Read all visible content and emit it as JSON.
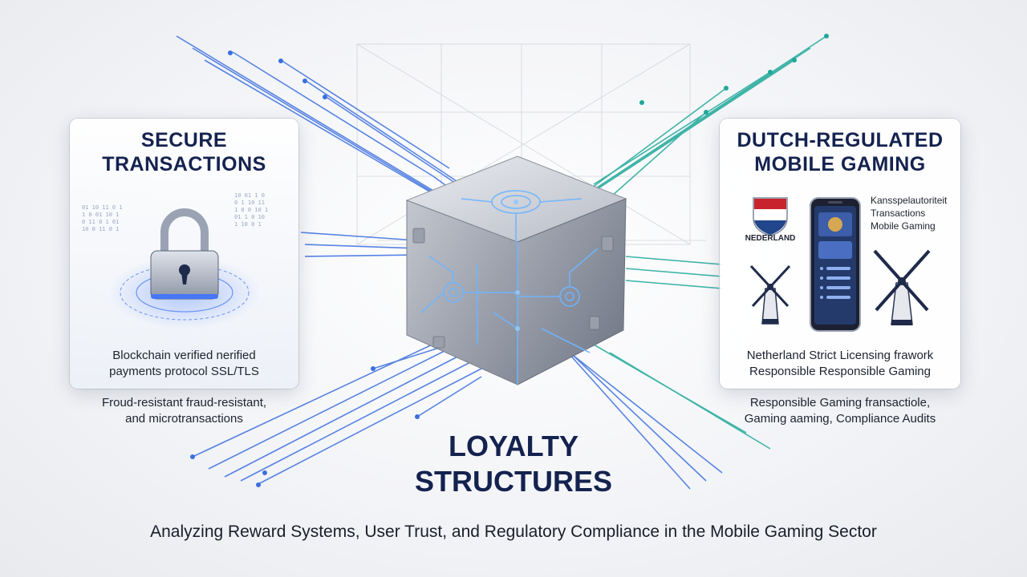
{
  "left_panel": {
    "title_lines": [
      "SECURE",
      "TRANSACTIONS"
    ],
    "caption_lines": [
      "Blockchain verified nerified",
      "payments protocol SSL/TLS"
    ],
    "under_lines": [
      "Froud-resistant fraud-resistant,",
      "and microtransactions"
    ],
    "icon": "padlock-icon"
  },
  "right_panel": {
    "title_lines": [
      "DUTCH-REGULATED",
      "MOBILE GAMING"
    ],
    "flag_label": "NEDERLAND",
    "notes": [
      "Kansspelautoriteit",
      "Transactions",
      "Mobile Gaming"
    ],
    "caption_lines": [
      "Netherland Strict Licensing frawork",
      "Responsible Responsible Gaming"
    ],
    "under_lines": [
      "Responsible Gaming fransactiole,",
      "Gaming aaming, Compliance Audits"
    ],
    "icons": [
      "netherlands-flag-shield-icon",
      "smartphone-icon",
      "windmill-icon"
    ]
  },
  "center": {
    "title_lines": [
      "LOYALTY",
      "STRUCTURES"
    ],
    "icon": "circuit-cube-icon"
  },
  "footer": "Analyzing Reward Systems, User Trust, and Regulatory Compliance in the Mobile Gaming Sector",
  "colors": {
    "navy": "#14224f",
    "blue_lines": "#3b6fe0",
    "teal_lines": "#1fa89a",
    "flag_red": "#c8232c",
    "flag_blue": "#21468b"
  }
}
